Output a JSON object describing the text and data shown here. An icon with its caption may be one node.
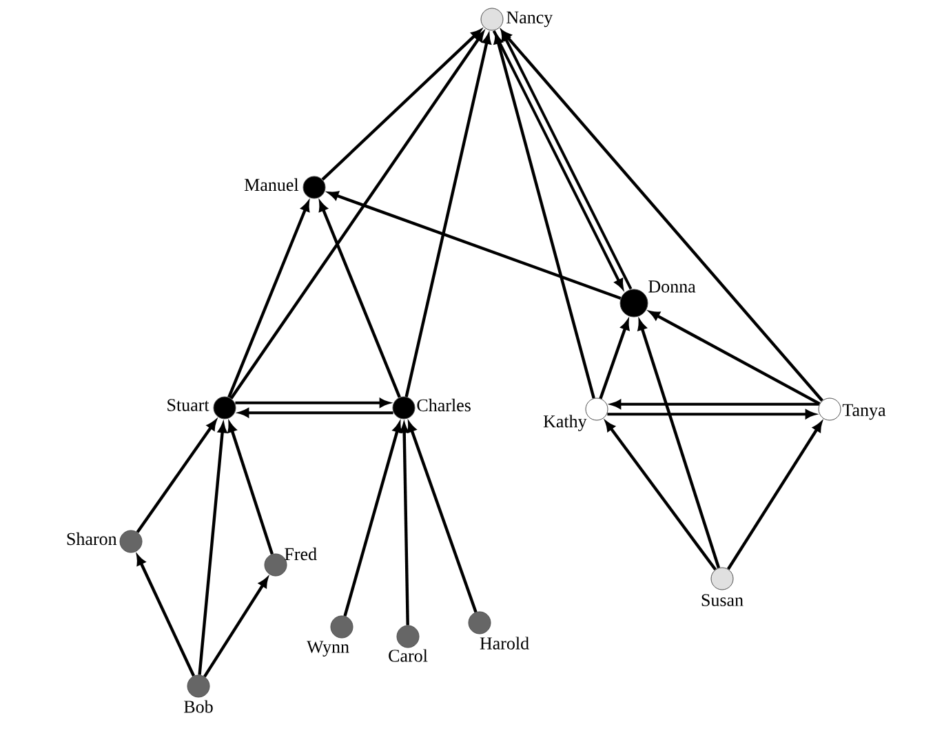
{
  "diagram": {
    "nodes": [
      {
        "text": [
          "Nancy"
        ]
      },
      {
        "text": [
          "Manuel"
        ]
      },
      {
        "text": [
          "Donna"
        ]
      },
      {
        "text": [
          "Stuart"
        ]
      },
      {
        "text": [
          "Charles"
        ]
      },
      {
        "text": [
          "Kathy"
        ]
      },
      {
        "text": [
          "Tanya"
        ]
      },
      {
        "text": [
          "Sharon"
        ]
      },
      {
        "text": [
          "Fred"
        ]
      },
      {
        "text": [
          "Wynn"
        ]
      },
      {
        "text": [
          "Carol"
        ]
      },
      {
        "text": [
          "Harold"
        ]
      },
      {
        "text": [
          "Susan"
        ]
      },
      {
        "text": [
          "Bob"
        ]
      }
    ],
    "edges": [
      {
        "from": 1,
        "to": 0,
        "arrow": "to"
      },
      {
        "from": 3,
        "to": 0,
        "arrow": "to"
      },
      {
        "from": 4,
        "to": 0,
        "arrow": "to"
      },
      {
        "from": 5,
        "to": 0,
        "arrow": "to"
      },
      {
        "from": 2,
        "to": 0,
        "arrow": "to"
      },
      {
        "from": 0,
        "to": 2,
        "arrow": "to"
      },
      {
        "from": 6,
        "to": 0,
        "arrow": "to"
      },
      {
        "from": 2,
        "to": 1,
        "arrow": "to"
      },
      {
        "from": 3,
        "to": 1,
        "arrow": "to"
      },
      {
        "from": 4,
        "to": 1,
        "arrow": "to"
      },
      {
        "from": 5,
        "to": 2,
        "arrow": "to"
      },
      {
        "from": 12,
        "to": 2,
        "arrow": "to"
      },
      {
        "from": 6,
        "to": 2,
        "arrow": "to"
      },
      {
        "from": 3,
        "to": 4,
        "arrow": "to"
      },
      {
        "from": 4,
        "to": 3,
        "arrow": "to"
      },
      {
        "from": 5,
        "to": 6,
        "arrow": "to"
      },
      {
        "from": 6,
        "to": 5,
        "arrow": "to"
      },
      {
        "from": 12,
        "to": 5,
        "arrow": "to"
      },
      {
        "from": 12,
        "to": 6,
        "arrow": "to"
      },
      {
        "from": 7,
        "to": 3,
        "arrow": "to"
      },
      {
        "from": 13,
        "to": 3,
        "arrow": "to"
      },
      {
        "from": 8,
        "to": 3,
        "arrow": "to"
      },
      {
        "from": 13,
        "to": 7,
        "arrow": "to"
      },
      {
        "from": 13,
        "to": 8,
        "arrow": "to"
      },
      {
        "from": 9,
        "to": 4,
        "arrow": "to"
      },
      {
        "from": 10,
        "to": 4,
        "arrow": "to"
      },
      {
        "from": 11,
        "to": 4,
        "arrow": "to"
      }
    ]
  }
}
